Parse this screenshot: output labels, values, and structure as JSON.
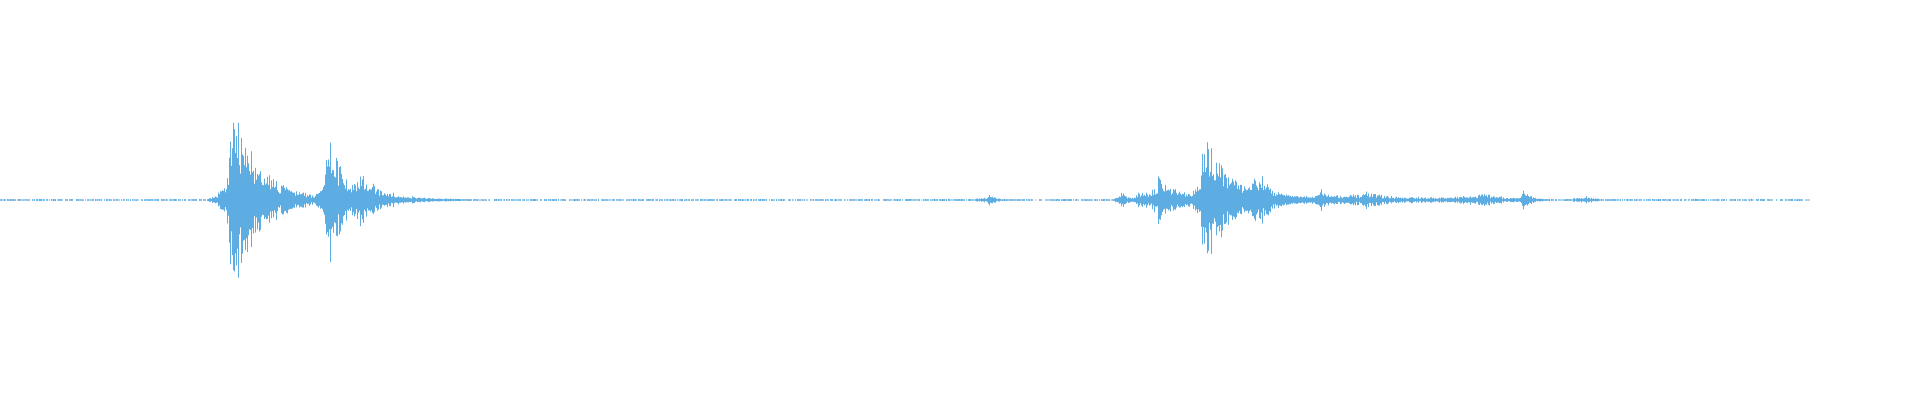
{
  "waveform": {
    "color": "#5dade2",
    "background": "#ffffff",
    "duration_fraction_with_audio": 0.94,
    "bursts": [
      {
        "center": 0.1205,
        "width": 0.006,
        "peak": 1.0,
        "decay": 0.012,
        "floor": 0.1
      },
      {
        "center": 0.17,
        "width": 0.004,
        "peak": 0.62,
        "decay": 0.008,
        "floor": 0.1
      },
      {
        "center": 0.187,
        "width": 0.012,
        "peak": 0.28,
        "decay": 0.008,
        "floor": 0.08
      },
      {
        "center": 0.147,
        "width": 0.004,
        "peak": 0.08,
        "decay": 0.004,
        "floor": 0.04
      },
      {
        "center": 0.515,
        "width": 0.006,
        "peak": 0.04,
        "decay": 0.003,
        "floor": 0.02
      },
      {
        "center": 0.584,
        "width": 0.003,
        "peak": 0.09,
        "decay": 0.002,
        "floor": 0.03
      },
      {
        "center": 0.603,
        "width": 0.01,
        "peak": 0.18,
        "decay": 0.008,
        "floor": 0.08
      },
      {
        "center": 0.6265,
        "width": 0.004,
        "peak": 0.68,
        "decay": 0.01,
        "floor": 0.14
      },
      {
        "center": 0.654,
        "width": 0.008,
        "peak": 0.25,
        "decay": 0.006,
        "floor": 0.1
      },
      {
        "center": 0.687,
        "width": 0.003,
        "peak": 0.1,
        "decay": 0.003,
        "floor": 0.05
      },
      {
        "center": 0.71,
        "width": 0.045,
        "peak": 0.06,
        "decay": 0.01,
        "floor": 0.04
      },
      {
        "center": 0.77,
        "width": 0.04,
        "peak": 0.05,
        "decay": 0.01,
        "floor": 0.03
      },
      {
        "center": 0.793,
        "width": 0.003,
        "peak": 0.08,
        "decay": 0.003,
        "floor": 0.03
      },
      {
        "center": 0.825,
        "width": 0.006,
        "peak": 0.03,
        "decay": 0.003,
        "floor": 0.02
      }
    ]
  }
}
